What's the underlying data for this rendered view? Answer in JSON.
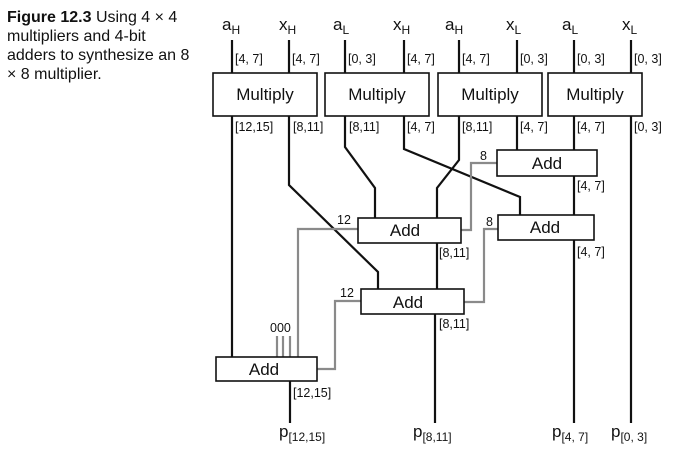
{
  "caption": {
    "figure_label": "Figure 12.3",
    "text": "Using 4 × 4 multipliers and 4-bit adders to synthesize an 8 × 8 multiplier."
  },
  "inputs": [
    {
      "base": "a",
      "sub": "H"
    },
    {
      "base": "x",
      "sub": "H"
    },
    {
      "base": "a",
      "sub": "L"
    },
    {
      "base": "x",
      "sub": "H"
    },
    {
      "base": "a",
      "sub": "H"
    },
    {
      "base": "x",
      "sub": "L"
    },
    {
      "base": "a",
      "sub": "L"
    },
    {
      "base": "x",
      "sub": "L"
    }
  ],
  "input_ranges": [
    "[4, 7]",
    "[4, 7]",
    "[0, 3]",
    "[4, 7]",
    "[4, 7]",
    "[0, 3]",
    "[0, 3]",
    "[0, 3]"
  ],
  "multipliers": [
    "Multiply",
    "Multiply",
    "Multiply",
    "Multiply"
  ],
  "product_ranges": [
    "[12,15]",
    "[8,11]",
    "[8,11]",
    "[4, 7]",
    "[8,11]",
    "[4, 7]",
    "[4, 7]",
    "[0, 3]"
  ],
  "adders": [
    "Add",
    "Add",
    "Add",
    "Add",
    "Add"
  ],
  "widths": {
    "add1": "8",
    "add2": "12",
    "add3": "8",
    "add4": "12",
    "add5": "000"
  },
  "adder_output_ranges": {
    "add1": "[4, 7]",
    "add2": "[8,11]",
    "add3": "[4, 7]",
    "add4": "[8,11]",
    "add5": "[12,15]"
  },
  "outputs": [
    {
      "base": "p",
      "sub": "[12,15]"
    },
    {
      "base": "p",
      "sub": "[8,11]"
    },
    {
      "base": "p",
      "sub": "[4, 7]"
    },
    {
      "base": "p",
      "sub": "[0, 3]"
    }
  ]
}
